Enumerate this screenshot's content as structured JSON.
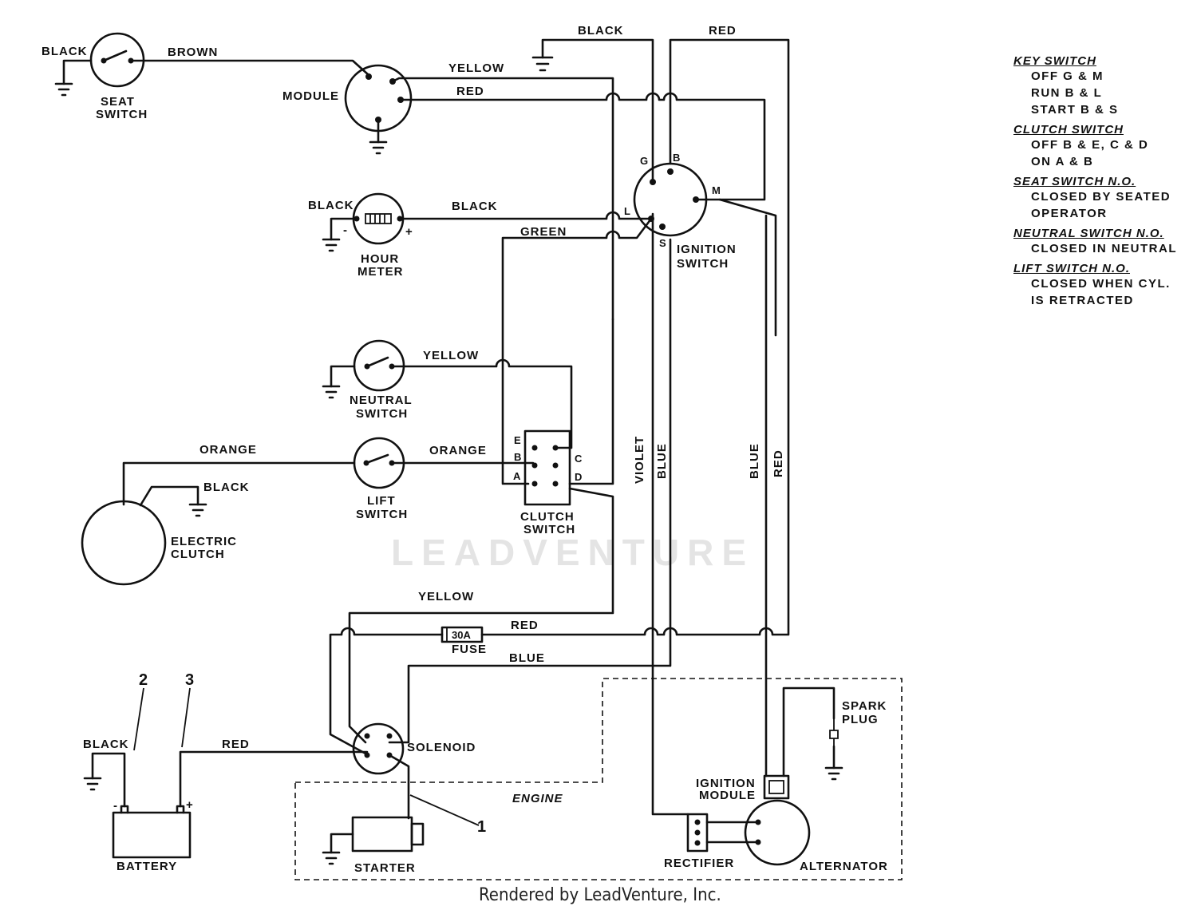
{
  "labels": {
    "seat_black": "BLACK",
    "seat_brown": "BROWN",
    "seat_switch": "SEAT\nSWITCH",
    "module": "MODULE",
    "module_yellow": "YELLOW",
    "module_red": "RED",
    "top_black": "BLACK",
    "top_red": "RED",
    "hour_black_left": "BLACK",
    "hour_black_right": "BLACK",
    "hour_meter": "HOUR\nMETER",
    "green": "GREEN",
    "ign_g": "G",
    "ign_b": "B",
    "ign_m": "M",
    "ign_l": "L",
    "ign_s": "S",
    "ignition_switch": "IGNITION\nSWITCH",
    "neutral_yellow": "YELLOW",
    "neutral_switch": "NEUTRAL\nSWITCH",
    "lift_orange_left": "ORANGE",
    "lift_orange_right": "ORANGE",
    "lift_switch": "LIFT\nSWITCH",
    "clutch_black": "BLACK",
    "electric_clutch": "ELECTRIC\nCLUTCH",
    "cs_e": "E",
    "cs_b": "B",
    "cs_a": "A",
    "cs_c": "C",
    "cs_d": "D",
    "clutch_switch": "CLUTCH\nSWITCH",
    "violet": "VIOLET",
    "blue_v1": "BLUE",
    "blue_v2": "BLUE",
    "red_v": "RED",
    "bottom_yellow": "YELLOW",
    "fuse_red": "RED",
    "fuse_value": "30A",
    "fuse": "FUSE",
    "bottom_blue": "BLUE",
    "num_2": "2",
    "num_3": "3",
    "num_1": "1",
    "bat_black": "BLACK",
    "bat_red": "RED",
    "bat_minus": "-",
    "bat_plus": "+",
    "battery": "BATTERY",
    "solenoid": "SOLENOID",
    "engine": "ENGINE",
    "starter": "STARTER",
    "spark_plug": "SPARK\nPLUG",
    "ignition_module": "IGNITION\nMODULE",
    "rectifier": "RECTIFIER",
    "alternator": "ALTERNATOR",
    "hm_minus": "-",
    "hm_plus": "+"
  },
  "legend": [
    {
      "heading": "KEY SWITCH",
      "rows": [
        "OFF  G & M",
        "RUN  B & L",
        "START  B & S"
      ]
    },
    {
      "heading": "CLUTCH SWITCH",
      "rows": [
        "OFF  B & E,  C & D",
        "ON   A & B"
      ]
    },
    {
      "heading": "SEAT SWITCH  N.O.",
      "rows": [
        "CLOSED BY SEATED",
        "OPERATOR"
      ]
    },
    {
      "heading": "NEUTRAL SWITCH  N.O.",
      "rows": [
        "CLOSED IN NEUTRAL"
      ]
    },
    {
      "heading": "LIFT SWITCH  N.O.",
      "rows": [
        "CLOSED WHEN CYL.",
        "IS RETRACTED"
      ]
    }
  ],
  "watermark": "LEADVENTURE",
  "footer": "Rendered by LeadVenture, Inc."
}
